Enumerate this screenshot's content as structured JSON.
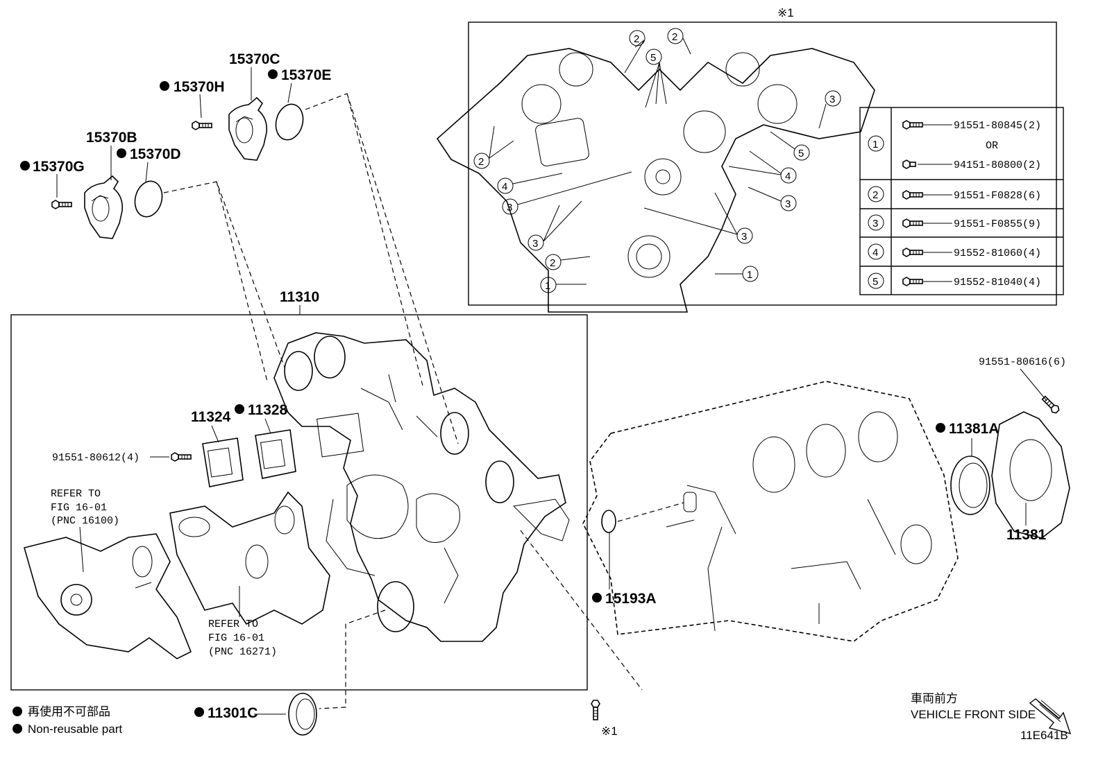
{
  "callouts": {
    "c15370C": "15370C",
    "c15370E": "15370E",
    "c15370H": "15370H",
    "c15370B": "15370B",
    "c15370D": "15370D",
    "c15370G": "15370G",
    "c11310": "11310",
    "c11324": "11324",
    "c11328": "11328",
    "c91551_80612": "91551-80612(4)",
    "c91551_80616": "91551-80616(6)",
    "c11381A": "11381A",
    "c11381": "11381",
    "c15193A": "15193A",
    "c11301C": "11301C"
  },
  "refs": {
    "ref1_l1": "REFER TO",
    "ref1_l2": "FIG 16-01",
    "ref1_l3": "(PNC 16100)",
    "ref2_l1": "REFER TO",
    "ref2_l2": "FIG 16-01",
    "ref2_l3": "(PNC 16271)"
  },
  "inset": {
    "mark_top": "※1",
    "mark_bottom": "※1",
    "numbers": [
      "1",
      "2",
      "3",
      "4",
      "5"
    ]
  },
  "bolt_table": {
    "rows": [
      {
        "num": "1",
        "parts": [
          "91551-80845(2)",
          "OR",
          "94151-80800(2)"
        ]
      },
      {
        "num": "2",
        "parts": [
          "91551-F0828(6)"
        ]
      },
      {
        "num": "3",
        "parts": [
          "91551-F0855(9)"
        ]
      },
      {
        "num": "4",
        "parts": [
          "91552-81060(4)"
        ]
      },
      {
        "num": "5",
        "parts": [
          "91552-81040(4)"
        ]
      }
    ]
  },
  "legend": {
    "jp": "再使用不可部品",
    "en": "Non-reusable part"
  },
  "direction": {
    "jp": "車両前方",
    "en": "VEHICLE FRONT SIDE"
  },
  "figure_code": "11E641B"
}
